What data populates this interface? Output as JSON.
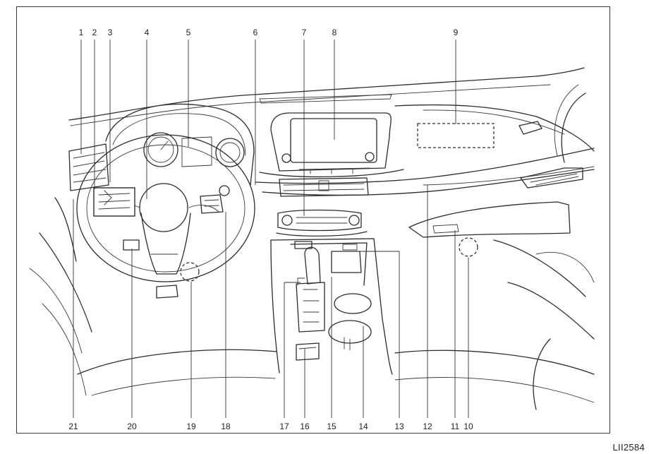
{
  "callouts": [
    "1",
    "2",
    "3",
    "4",
    "5",
    "6",
    "7",
    "8",
    "9",
    "10",
    "11",
    "12",
    "13",
    "14",
    "15",
    "16",
    "17",
    "18",
    "19",
    "20",
    "21"
  ],
  "figure_code": "LII2584"
}
